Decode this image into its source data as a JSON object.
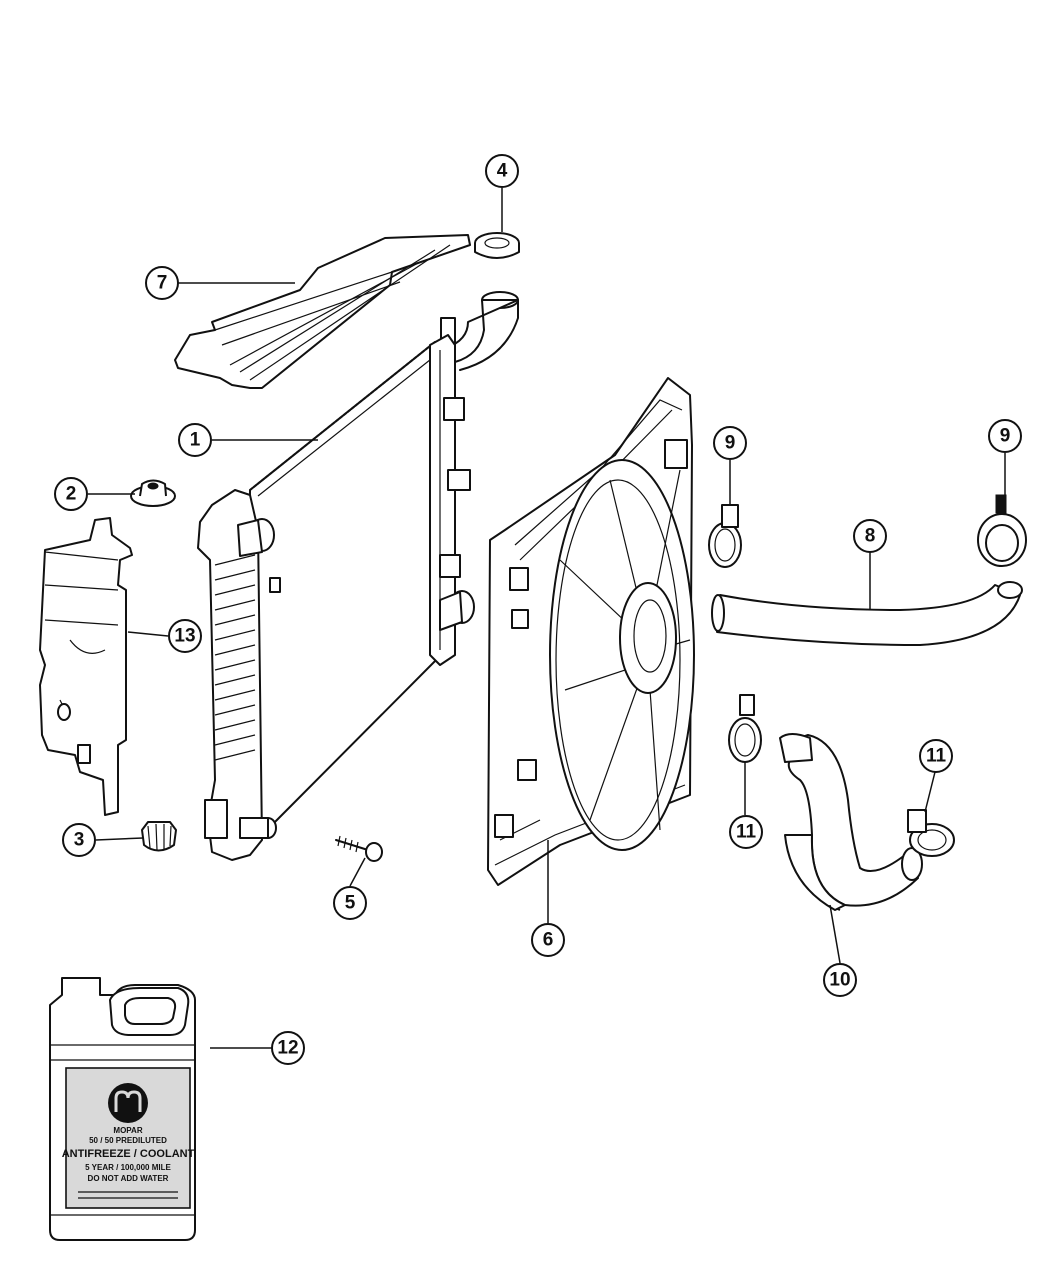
{
  "callouts": [
    {
      "id": "1",
      "label": "1"
    },
    {
      "id": "2",
      "label": "2"
    },
    {
      "id": "3",
      "label": "3"
    },
    {
      "id": "4",
      "label": "4"
    },
    {
      "id": "5",
      "label": "5"
    },
    {
      "id": "6",
      "label": "6"
    },
    {
      "id": "7",
      "label": "7"
    },
    {
      "id": "8",
      "label": "8"
    },
    {
      "id": "9a",
      "label": "9"
    },
    {
      "id": "9b",
      "label": "9"
    },
    {
      "id": "10",
      "label": "10"
    },
    {
      "id": "11a",
      "label": "11"
    },
    {
      "id": "11b",
      "label": "11"
    },
    {
      "id": "12",
      "label": "12"
    },
    {
      "id": "13",
      "label": "13"
    }
  ],
  "coolant_jug": {
    "brand": "MOPAR",
    "line1": "50 / 50 PREDILUTED",
    "line2": "ANTIFREEZE / COOLANT",
    "line3": "5 YEAR / 100,000 MILE",
    "line4": "DO NOT ADD WATER"
  },
  "colors": {
    "line": "#111111",
    "background": "#ffffff",
    "label_panel": "#d9d9d9"
  }
}
